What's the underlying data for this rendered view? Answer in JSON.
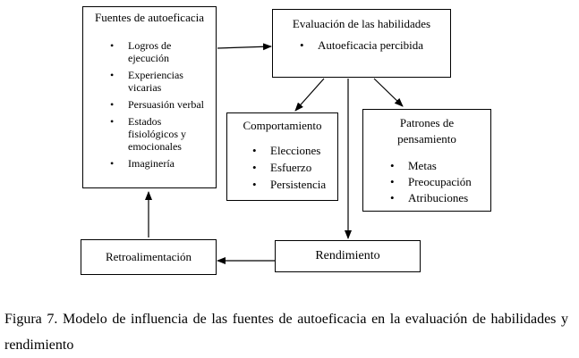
{
  "diagram": {
    "fuentes": {
      "title": "Fuentes de autoeficacia",
      "items": [
        "Logros de ejecución",
        "Experiencias vicarias",
        "Persuasión verbal",
        "Estados fisiológicos y emocionales",
        "Imaginería"
      ]
    },
    "evaluacion": {
      "title": "Evaluación de las habilidades",
      "items": [
        "Autoeficacia percibida"
      ]
    },
    "comportamiento": {
      "title": "Comportamiento",
      "items": [
        "Elecciones",
        "Esfuerzo",
        "Persistencia"
      ]
    },
    "patrones": {
      "title": "Patrones de pensamiento",
      "items": [
        "Metas",
        "Preocupación",
        "Atribuciones"
      ]
    },
    "rendimiento": {
      "title": "Rendimiento"
    },
    "retroalimentacion": {
      "title": "Retroalimentación"
    }
  },
  "caption": "Figura 7. Modelo de influencia de las fuentes de autoeficacia en la evaluación de habilidades y rendimiento"
}
